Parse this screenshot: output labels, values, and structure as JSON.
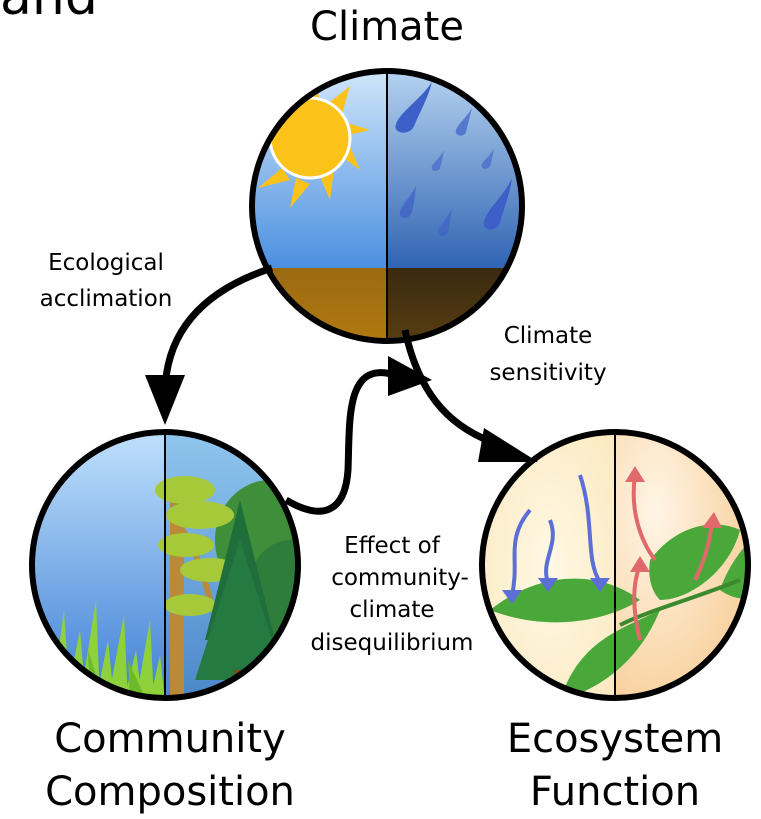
{
  "top_fragment": "and",
  "nodes": {
    "climate": {
      "label": "Climate"
    },
    "community": {
      "label_line1": "Community",
      "label_line2": "Composition"
    },
    "ecosystem": {
      "label_line1": "Ecosystem",
      "label_line2": "Function"
    }
  },
  "edges": {
    "acclimation": {
      "line1": "Ecological",
      "line2": "acclimation"
    },
    "sensitivity": {
      "line1": "Climate",
      "line2": "sensitivity"
    },
    "disequilibrium": {
      "line1": "Effect of",
      "line2": "community-",
      "line3": "climate",
      "line4": "disequilibrium"
    }
  },
  "icons": {
    "sun": "sun-icon",
    "rain": "rain-icon",
    "grass": "grass-icon",
    "tree": "tree-icon",
    "leaves": "leaves-icon",
    "flux_in": "down-arrows-icon",
    "flux_out": "up-arrows-icon"
  },
  "colors": {
    "sky": "#6aa6e8",
    "sun": "#fbc21a",
    "rain": "#3d5fc8",
    "soil": "#a8720e",
    "grass": "#8fd13a",
    "forest": "#2f7d3a",
    "leaf": "#4aa83b",
    "in_arrow": "#5b6fd6",
    "out_arrow": "#e06a6a",
    "outline": "#000000"
  }
}
